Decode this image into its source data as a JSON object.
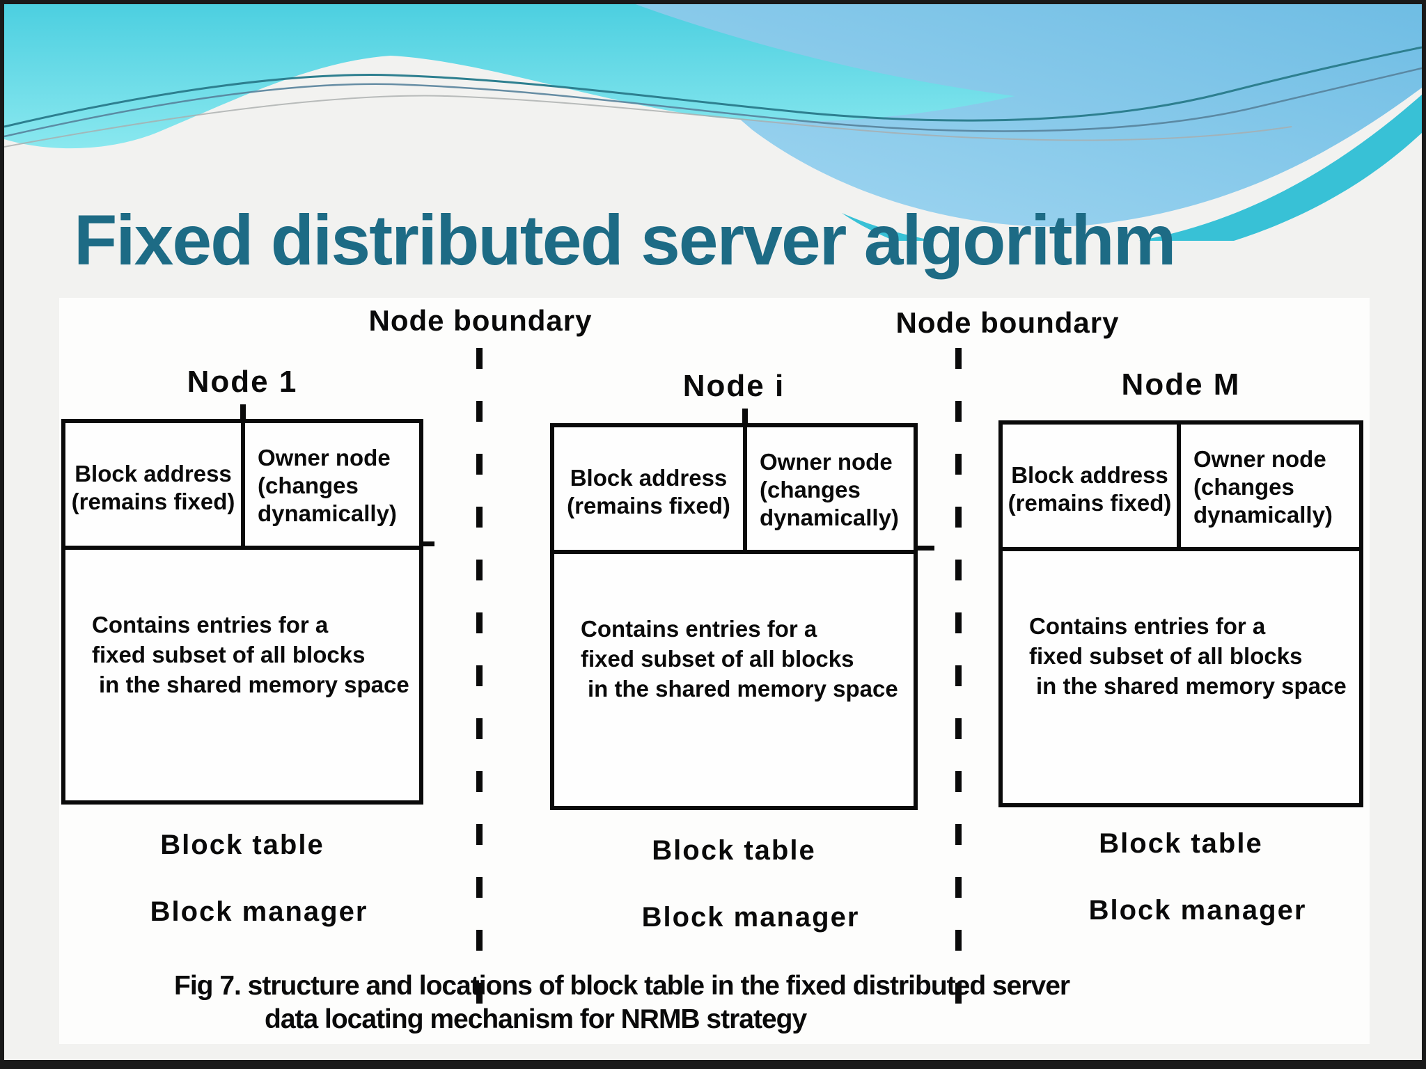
{
  "slide": {
    "title": "Fixed distributed server algorithm"
  },
  "colors": {
    "title_teal": "#1d6b85",
    "header_cyan": "#4ccfe0",
    "header_light_blue": "#6fbde4",
    "header_deep_teal": "#38c1d6",
    "thin_line_teal": "#2d7f8f",
    "panel_white": "#fdfdfc",
    "slide_background": "#f2f2f0",
    "diagram_ink": "#0a0a0a"
  },
  "diagram": {
    "boundary_labels": [
      "Node boundary",
      "Node boundary"
    ],
    "nodes": [
      {
        "title": "Node 1",
        "col1": [
          "Block address",
          "(remains fixed)"
        ],
        "col2": [
          "Owner node",
          "(changes",
          "dynamically)"
        ],
        "body": [
          "Contains entries for a",
          "fixed subset of all blocks",
          "in the shared memory space"
        ],
        "labels": [
          "Block table",
          "Block manager"
        ]
      },
      {
        "title": "Node i",
        "col1": [
          "Block address",
          "(remains fixed)"
        ],
        "col2": [
          "Owner node",
          "(changes",
          "dynamically)"
        ],
        "body": [
          "Contains entries for a",
          "fixed subset of all blocks",
          "in the shared memory space"
        ],
        "labels": [
          "Block table",
          "Block manager"
        ]
      },
      {
        "title": "Node M",
        "col1": [
          "Block address",
          "(remains fixed)"
        ],
        "col2": [
          "Owner node",
          "(changes",
          "dynamically)"
        ],
        "body": [
          "Contains entries for a",
          "fixed subset of all blocks",
          "in the shared memory space"
        ],
        "labels": [
          "Block table",
          "Block manager"
        ]
      }
    ],
    "caption": [
      "Fig 7. structure and locations of block table in the fixed distributed server",
      "data locating mechanism for NRMB strategy"
    ]
  }
}
